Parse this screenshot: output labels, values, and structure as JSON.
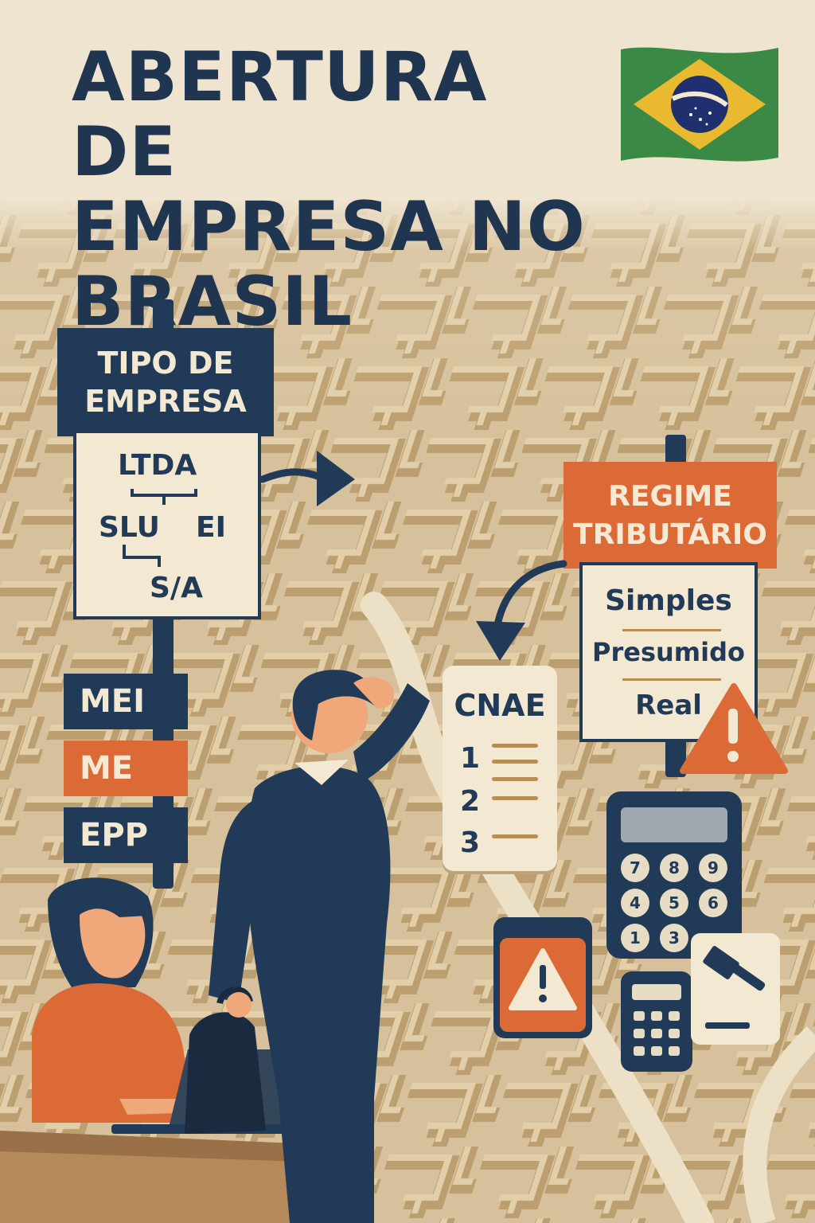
{
  "title": {
    "line1": "ABERTURA DE",
    "line2": "EMPRESA NO",
    "line3": "BRASIL"
  },
  "tipo_empresa": {
    "heading": [
      "TIPO DE",
      "EMPRESA"
    ],
    "options": [
      "LTDA",
      "SLU",
      "EI",
      "S/A"
    ]
  },
  "portes": [
    "MEI",
    "ME",
    "EPP"
  ],
  "regime_tributario": {
    "heading": [
      "REGIME",
      "TRIBUTÁRIO"
    ],
    "options": [
      "Simples",
      "Presumido",
      "Real"
    ]
  },
  "cnae": {
    "title": "CNAE",
    "items": [
      "1",
      "2",
      "3"
    ]
  },
  "calculator": {
    "keys": [
      "7",
      "8",
      "9",
      "4",
      "5",
      "6",
      "1",
      "3"
    ]
  },
  "colors": {
    "background": "#efe4cf",
    "navy": "#213a57",
    "orange": "#db6a36",
    "cream": "#f3e8d2",
    "maze": "#cdb38a",
    "flag_green": "#3a8a45",
    "flag_yellow": "#e9b92f",
    "flag_blue": "#20306e"
  },
  "icons": [
    "brazil-flag-icon",
    "warning-icon",
    "gavel-icon",
    "calculator-icon",
    "arrow-icon"
  ]
}
